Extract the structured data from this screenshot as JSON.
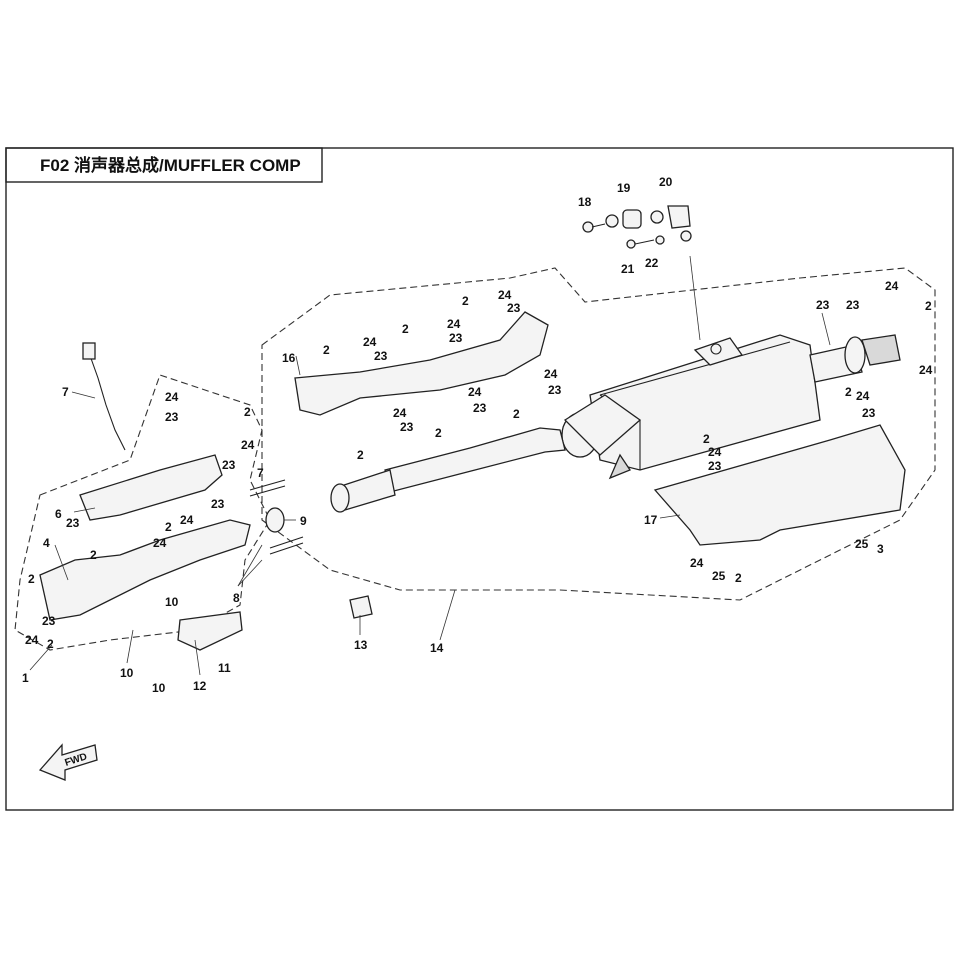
{
  "title": "F02 消声器总成/MUFFLER COMP",
  "fwd_label": "FWD",
  "callouts": [
    {
      "id": "c1",
      "label": "1"
    },
    {
      "id": "c2a",
      "label": "2"
    },
    {
      "id": "c2b",
      "label": "2"
    },
    {
      "id": "c2c",
      "label": "2"
    },
    {
      "id": "c2d",
      "label": "2"
    },
    {
      "id": "c2e",
      "label": "2"
    },
    {
      "id": "c2f",
      "label": "2"
    },
    {
      "id": "c2g",
      "label": "2"
    },
    {
      "id": "c2h",
      "label": "2"
    },
    {
      "id": "c2i",
      "label": "2"
    },
    {
      "id": "c2j",
      "label": "2"
    },
    {
      "id": "c2k",
      "label": "2"
    },
    {
      "id": "c2l",
      "label": "2"
    },
    {
      "id": "c2m",
      "label": "2"
    },
    {
      "id": "c2n",
      "label": "2"
    },
    {
      "id": "c2o",
      "label": "2"
    },
    {
      "id": "c3",
      "label": "3"
    },
    {
      "id": "c4",
      "label": "4"
    },
    {
      "id": "c6",
      "label": "6"
    },
    {
      "id": "c7a",
      "label": "7"
    },
    {
      "id": "c7b",
      "label": "7"
    },
    {
      "id": "c8",
      "label": "8"
    },
    {
      "id": "c9",
      "label": "9"
    },
    {
      "id": "c10a",
      "label": "10"
    },
    {
      "id": "c10b",
      "label": "10"
    },
    {
      "id": "c10c",
      "label": "10"
    },
    {
      "id": "c11",
      "label": "11"
    },
    {
      "id": "c12",
      "label": "12"
    },
    {
      "id": "c13",
      "label": "13"
    },
    {
      "id": "c14",
      "label": "14"
    },
    {
      "id": "c16",
      "label": "16"
    },
    {
      "id": "c17",
      "label": "17"
    },
    {
      "id": "c18",
      "label": "18"
    },
    {
      "id": "c19",
      "label": "19"
    },
    {
      "id": "c20",
      "label": "20"
    },
    {
      "id": "c21",
      "label": "21"
    },
    {
      "id": "c22",
      "label": "22"
    },
    {
      "id": "c23a",
      "label": "23"
    },
    {
      "id": "c23b",
      "label": "23"
    },
    {
      "id": "c23c",
      "label": "23"
    },
    {
      "id": "c23d",
      "label": "23"
    },
    {
      "id": "c23e",
      "label": "23"
    },
    {
      "id": "c23f",
      "label": "23"
    },
    {
      "id": "c23g",
      "label": "23"
    },
    {
      "id": "c23h",
      "label": "23"
    },
    {
      "id": "c23i",
      "label": "23"
    },
    {
      "id": "c23j",
      "label": "23"
    },
    {
      "id": "c23k",
      "label": "23"
    },
    {
      "id": "c23l",
      "label": "23"
    },
    {
      "id": "c23m",
      "label": "23"
    },
    {
      "id": "c23n",
      "label": "23"
    },
    {
      "id": "c23o",
      "label": "23"
    },
    {
      "id": "c24a",
      "label": "24"
    },
    {
      "id": "c24b",
      "label": "24"
    },
    {
      "id": "c24c",
      "label": "24"
    },
    {
      "id": "c24d",
      "label": "24"
    },
    {
      "id": "c24e",
      "label": "24"
    },
    {
      "id": "c24f",
      "label": "24"
    },
    {
      "id": "c24g",
      "label": "24"
    },
    {
      "id": "c24h",
      "label": "24"
    },
    {
      "id": "c24i",
      "label": "24"
    },
    {
      "id": "c24j",
      "label": "24"
    },
    {
      "id": "c24k",
      "label": "24"
    },
    {
      "id": "c24l",
      "label": "24"
    },
    {
      "id": "c24m",
      "label": "24"
    },
    {
      "id": "c24n",
      "label": "24"
    },
    {
      "id": "c24o",
      "label": "24"
    },
    {
      "id": "c24p",
      "label": "24"
    },
    {
      "id": "c25a",
      "label": "25"
    },
    {
      "id": "c25b",
      "label": "25"
    }
  ]
}
